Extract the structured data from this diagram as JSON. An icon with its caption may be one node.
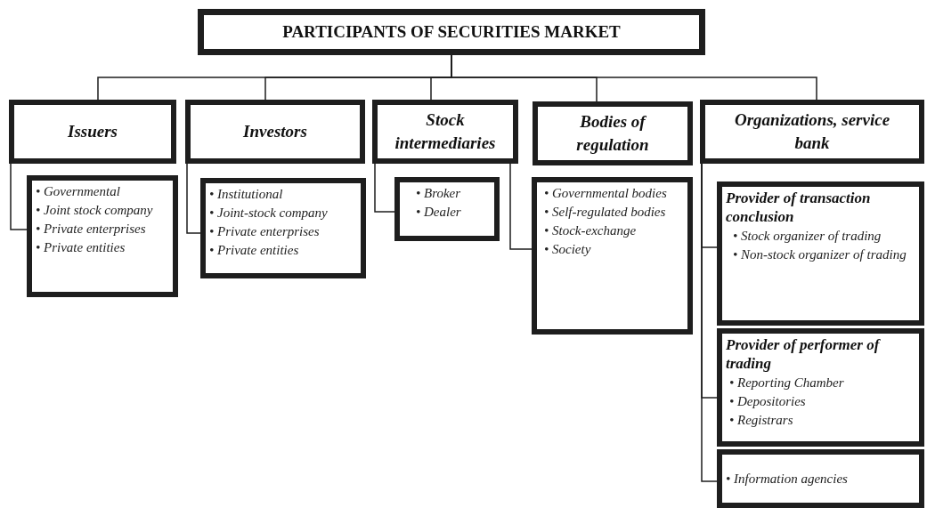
{
  "diagram": {
    "nodes": [
      {
        "text": [
          "PARTICIPANTS OF SECURITIES MARKET"
        ]
      },
      {
        "text": [
          "Issuers"
        ]
      },
      {
        "text": [
          "Investors"
        ]
      },
      {
        "text": [
          "Stock intermediaries"
        ]
      },
      {
        "text": [
          "Bodies of regulation"
        ]
      },
      {
        "text": [
          "Organizations, service bank"
        ]
      },
      {
        "text": [
          "• Governmental",
          "• Joint stock company",
          "• Private enterprises",
          "• Private entities"
        ]
      },
      {
        "text": [
          "• Institutional",
          "• Joint-stock company",
          "• Private enterprises",
          "• Private entities"
        ]
      },
      {
        "text": [
          "• Broker",
          "• Dealer"
        ]
      },
      {
        "text": [
          "• Governmental bodies",
          "• Self-regulated bodies",
          "• Stock-exchange",
          "• Society"
        ]
      },
      {
        "text": [
          "Provider of transaction conclusion",
          "• Stock organizer of trading",
          "• Non-stock organizer of trading"
        ]
      },
      {
        "text": [
          "Provider of performer of trading",
          "• Reporting Chamber",
          "• Depositories",
          "• Registrars"
        ]
      },
      {
        "text": [
          "• Information agencies"
        ]
      }
    ],
    "edges": [
      {
        "from": 0,
        "to": 1,
        "arrow": "none"
      },
      {
        "from": 0,
        "to": 2,
        "arrow": "none"
      },
      {
        "from": 0,
        "to": 3,
        "arrow": "none"
      },
      {
        "from": 0,
        "to": 4,
        "arrow": "none"
      },
      {
        "from": 0,
        "to": 5,
        "arrow": "none"
      },
      {
        "from": 1,
        "to": 6,
        "arrow": "none"
      },
      {
        "from": 2,
        "to": 7,
        "arrow": "none"
      },
      {
        "from": 3,
        "to": 8,
        "arrow": "none"
      },
      {
        "from": 3,
        "to": 9,
        "arrow": "none"
      },
      {
        "from": 5,
        "to": 10,
        "arrow": "none"
      },
      {
        "from": 5,
        "to": 11,
        "arrow": "none"
      },
      {
        "from": 5,
        "to": 12,
        "arrow": "none"
      }
    ]
  }
}
